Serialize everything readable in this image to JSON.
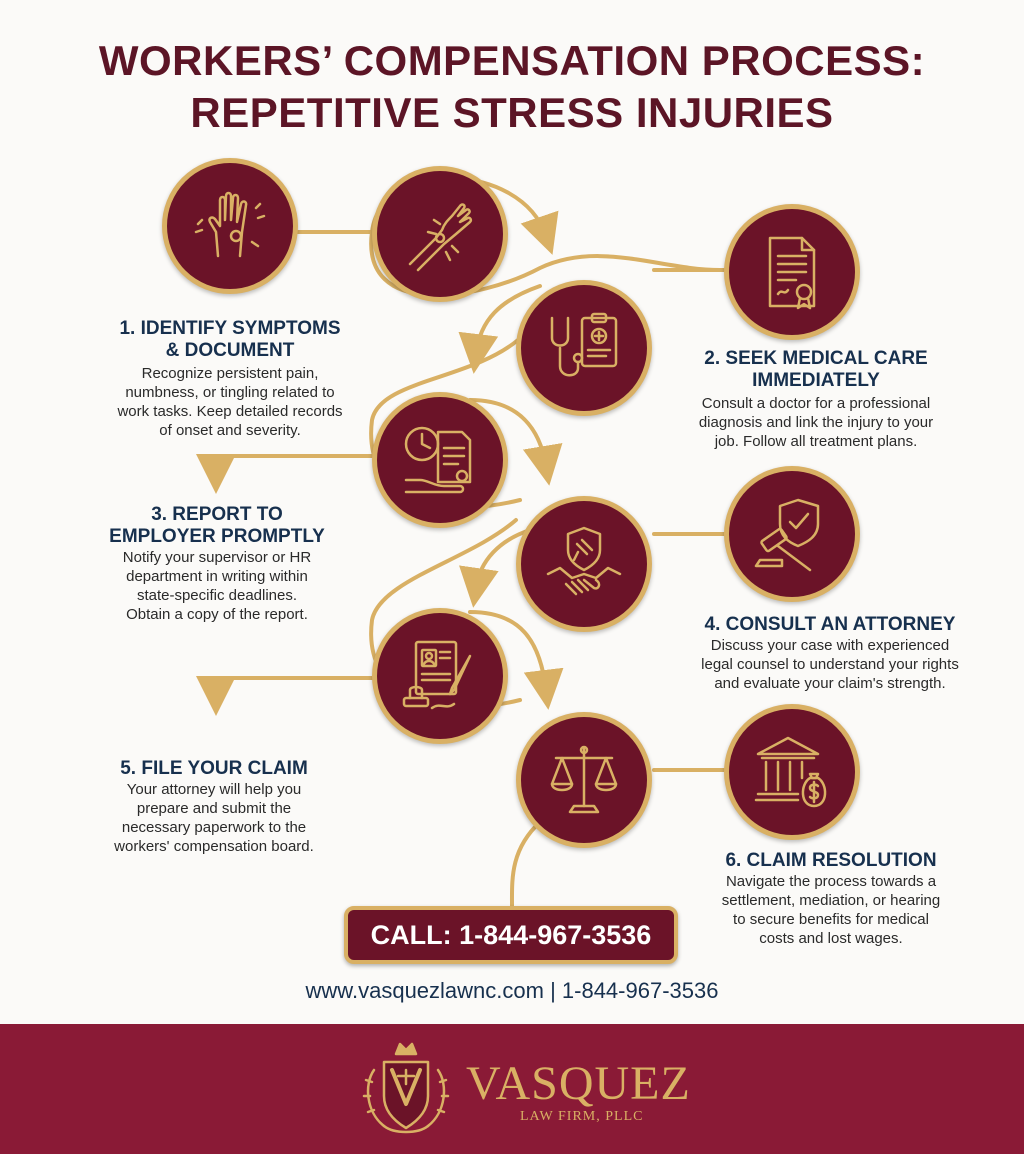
{
  "header": {
    "title_line1": "WORKERS’ COMPENSATION PROCESS:",
    "title_line2": "REPETITIVE STRESS INJURIES"
  },
  "steps": [
    {
      "title_line1": "1. IDENTIFY SYMPTOMS",
      "title_line2": "& DOCUMENT",
      "desc": [
        "Recognize persistent pain,",
        "numbness, or tingling related to",
        "work tasks. Keep detailed records",
        "of onset and severity."
      ]
    },
    {
      "title_line1": "2. SEEK MEDICAL CARE",
      "title_line2": "IMMEDIATELY",
      "desc": [
        "Consult a doctor for a professional",
        "diagnosis and link the injury to your",
        "job. Follow all treatment plans."
      ]
    },
    {
      "title_line1": "3. REPORT TO",
      "title_line2": "EMPLOYER PROMPTLY",
      "desc": [
        "Notify your supervisor or HR",
        "department in writing within",
        "state-specific deadlines.",
        "Obtain a copy of the report."
      ]
    },
    {
      "title_line1": "4. CONSULT AN ATTORNEY",
      "desc": [
        "Discuss your case with experienced",
        "legal counsel to understand your rights",
        "and evaluate your claim's strength."
      ]
    },
    {
      "title_line1": "5. FILE YOUR CLAIM",
      "desc": [
        "Your attorney will help you",
        "prepare and submit the",
        "necessary paperwork to the",
        "workers' compensation board."
      ]
    },
    {
      "title_line1": "6. CLAIM RESOLUTION",
      "desc": [
        "Navigate the process towards a",
        "settlement, mediation, or hearing",
        "to secure benefits for medical",
        "costs and lost wages."
      ]
    }
  ],
  "icons": [
    "hand-pain-icon",
    "arm-pain-icon",
    "document-seal-icon",
    "stethoscope-clipboard-icon",
    "clock-document-icon",
    "shield-gavel-handshake-icon",
    "gavel-shield-icon",
    "claim-form-stamp-icon",
    "scales-of-justice-icon",
    "courthouse-money-icon"
  ],
  "cta": {
    "label": "CALL: 1-844-967-3536"
  },
  "footer": {
    "contact": "www.vasquezlawnc.com | 1-844-967-3536"
  },
  "brand": {
    "name": "VASQUEZ",
    "subtitle": "LAW FIRM, PLLC"
  },
  "colors": {
    "maroon": "#6b1328",
    "gold": "#d9b064",
    "navy": "#17304e",
    "band": "#8a1a36"
  }
}
